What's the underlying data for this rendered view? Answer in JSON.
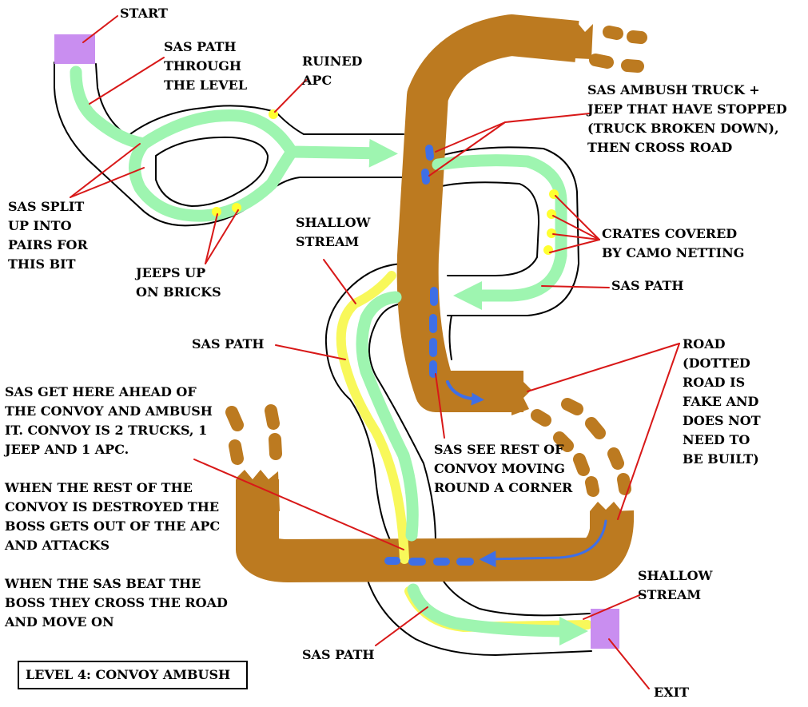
{
  "labels": {
    "start": "START",
    "sas_path_through": "SAS PATH\nTHROUGH\nTHE LEVEL",
    "ruined_apc": "RUINED\nAPC",
    "ambush_truck": "SAS AMBUSH TRUCK +\nJEEP THAT HAVE STOPPED\n(TRUCK BROKEN DOWN),\nTHEN CROSS ROAD",
    "split": "SAS SPLIT\nUP INTO\nPAIRS FOR\nTHIS BIT",
    "jeeps": "JEEPS UP\nON BRICKS",
    "shallow_stream_top": "SHALLOW\nSTREAM",
    "crates": "CRATES COVERED\nBY CAMO NETTING",
    "sas_path_right": "SAS PATH",
    "sas_path_mid": "SAS PATH",
    "road_note": "ROAD\n(DOTTED\nROAD IS\nFAKE AND\nDOES NOT\nNEED TO\nBE BUILT)",
    "ambush_info": "SAS GET HERE AHEAD OF\nTHE CONVOY AND AMBUSH\nIT. CONVOY IS 2 TRUCKS, 1\nJEEP AND 1 APC.\n\nWHEN THE REST OF THE\nCONVOY IS DESTROYED THE\nBOSS GETS OUT OF THE APC\nAND ATTACKS\n\nWHEN THE SAS BEAT THE\nBOSS THEY CROSS THE ROAD\nAND MOVE ON",
    "sas_see": "SAS SEE REST OF\nCONVOY MOVING\nROUND A CORNER",
    "shallow_stream_bottom": "SHALLOW\nSTREAM",
    "sas_path_bottom": "SAS PATH",
    "exit": "EXIT",
    "title": "LEVEL 4: CONVOY AMBUSH"
  },
  "colors": {
    "road": "#bc7a20",
    "sas_path": "#9ef5b0",
    "stream": "#f8f85a",
    "marker": "#ffff30",
    "vehicle": "#3f6fe6",
    "start_exit": "#c98ef0",
    "pointer": "#d81818",
    "outline": "#000000"
  }
}
